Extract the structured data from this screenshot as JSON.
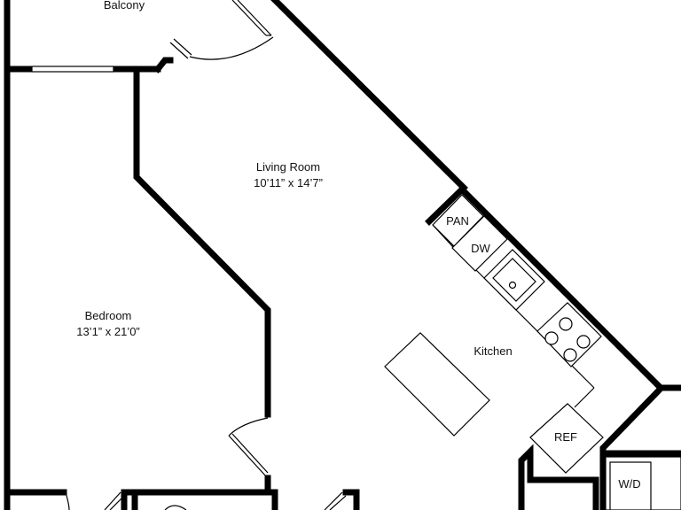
{
  "rooms": {
    "balcony": {
      "name": "Balcony"
    },
    "living": {
      "name": "Living Room",
      "dims": "10’11” x 14’7”"
    },
    "bedroom": {
      "name": "Bedroom",
      "dims": "13’1” x 21’0”"
    },
    "kitchen": {
      "name": "Kitchen"
    }
  },
  "fixtures": {
    "pantry": "PAN",
    "dishwasher": "DW",
    "refrigerator": "REF",
    "washer_dryer": "W/D"
  }
}
